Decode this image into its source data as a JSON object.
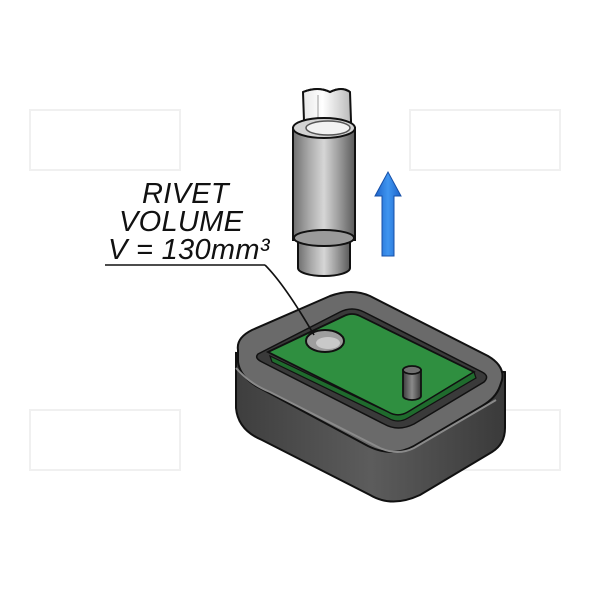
{
  "annotation": {
    "line1": "RIVET",
    "line2": "VOLUME",
    "line3": "V = 130mm³"
  },
  "colors": {
    "housing": "#4d4d4d",
    "housing_top": "#6b6b6b",
    "pcb": "#2e8b3e",
    "pin": "#5a5a5a",
    "rivet_tool": "#8a8a8a",
    "arrow": "#2a7fe0",
    "outline": "#111111"
  },
  "icons": {
    "arrow": "arrow-up-icon"
  }
}
